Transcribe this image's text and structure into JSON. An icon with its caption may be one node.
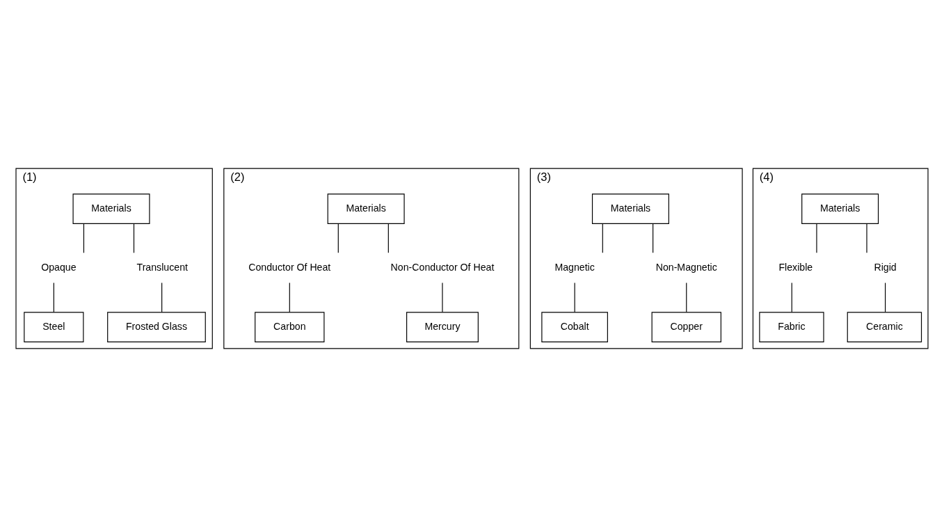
{
  "diagram": {
    "nodes": [
      {
        "text": [
          "(1)"
        ]
      },
      {
        "text": [
          "Materials"
        ],
        "in": 0
      },
      {
        "text": [
          "Opaque"
        ],
        "in": 0
      },
      {
        "text": [
          "Translucent"
        ],
        "in": 0
      },
      {
        "text": [
          "Steel"
        ],
        "in": 0
      },
      {
        "text": [
          "Frosted Glass"
        ],
        "in": 0
      },
      {
        "text": [
          "(2)"
        ]
      },
      {
        "text": [
          "Materials"
        ],
        "in": 6
      },
      {
        "text": [
          "Conductor Of Heat"
        ],
        "in": 6
      },
      {
        "text": [
          "Non-Conductor Of Heat"
        ],
        "in": 6
      },
      {
        "text": [
          "Carbon"
        ],
        "in": 6
      },
      {
        "text": [
          "Mercury"
        ],
        "in": 6
      },
      {
        "text": [
          "(3)"
        ]
      },
      {
        "text": [
          "Materials"
        ],
        "in": 12
      },
      {
        "text": [
          "Magnetic"
        ],
        "in": 12
      },
      {
        "text": [
          "Non-Magnetic"
        ],
        "in": 12
      },
      {
        "text": [
          "Cobalt"
        ],
        "in": 12
      },
      {
        "text": [
          "Copper"
        ],
        "in": 12
      },
      {
        "text": [
          "(4)"
        ]
      },
      {
        "text": [
          "Materials"
        ],
        "in": 18
      },
      {
        "text": [
          "Flexible"
        ],
        "in": 18
      },
      {
        "text": [
          "Rigid"
        ],
        "in": 18
      },
      {
        "text": [
          "Fabric"
        ],
        "in": 18
      },
      {
        "text": [
          "Ceramic"
        ],
        "in": 18
      }
    ],
    "edges": [
      {
        "from": 1,
        "to": 2,
        "arrow": "none"
      },
      {
        "from": 1,
        "to": 3,
        "arrow": "none"
      },
      {
        "from": 2,
        "to": 4,
        "arrow": "none"
      },
      {
        "from": 3,
        "to": 5,
        "arrow": "none"
      },
      {
        "from": 7,
        "to": 8,
        "arrow": "none"
      },
      {
        "from": 7,
        "to": 9,
        "arrow": "none"
      },
      {
        "from": 8,
        "to": 10,
        "arrow": "none"
      },
      {
        "from": 9,
        "to": 11,
        "arrow": "none"
      },
      {
        "from": 13,
        "to": 14,
        "arrow": "none"
      },
      {
        "from": 13,
        "to": 15,
        "arrow": "none"
      },
      {
        "from": 14,
        "to": 16,
        "arrow": "none"
      },
      {
        "from": 15,
        "to": 17,
        "arrow": "none"
      },
      {
        "from": 19,
        "to": 20,
        "arrow": "none"
      },
      {
        "from": 19,
        "to": 21,
        "arrow": "none"
      },
      {
        "from": 20,
        "to": 22,
        "arrow": "none"
      },
      {
        "from": 21,
        "to": 23,
        "arrow": "none"
      }
    ]
  }
}
